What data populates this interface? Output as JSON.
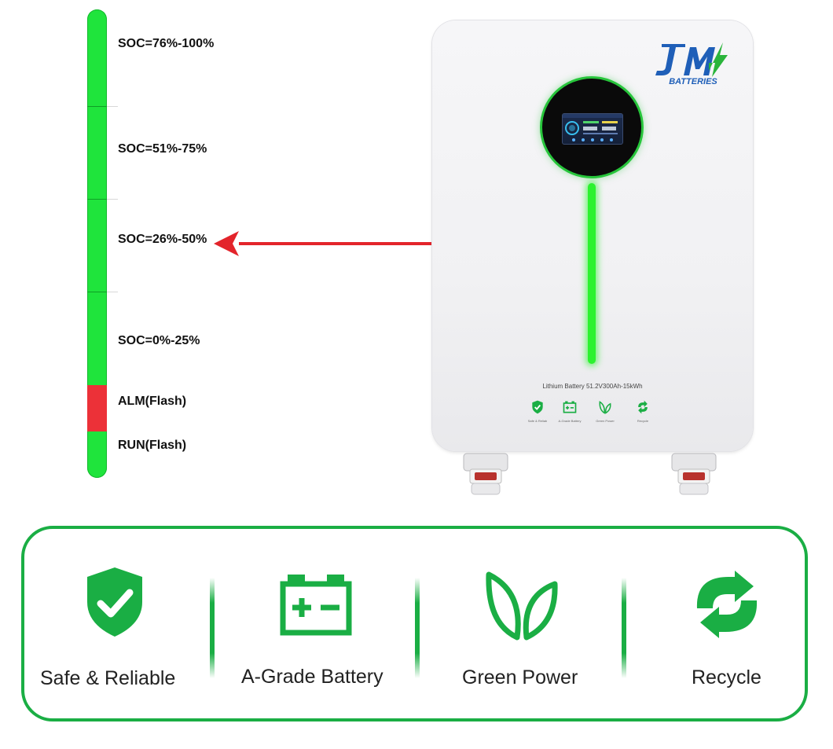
{
  "soc_indicator": {
    "levels": [
      {
        "label": "SOC=76%-100%"
      },
      {
        "label": "SOC=51%-75%"
      },
      {
        "label": "SOC=26%-50%"
      },
      {
        "label": "SOC=0%-25%"
      },
      {
        "label": "ALM(Flash)"
      },
      {
        "label": "RUN(Flash)"
      }
    ],
    "colors": {
      "normal": "#1fe43c",
      "alarm": "#ec3138"
    }
  },
  "arrow": {
    "color": "#e3242b",
    "points_to": "SOC=26%-50%"
  },
  "battery": {
    "brand_name": "JM",
    "brand_sub": "BATTERIES",
    "model": "Lithium Battery 51.2V300Ah-15kWh",
    "led_color": "#2cf22f",
    "mini_features": [
      {
        "icon": "shield-check-icon",
        "label": "Safe & Reliab"
      },
      {
        "icon": "battery-icon",
        "label": "A-Grade Battery"
      },
      {
        "icon": "leaf-icon",
        "label": "Green Power"
      },
      {
        "icon": "recycle-icon",
        "label": "Recycle"
      }
    ]
  },
  "features": [
    {
      "icon": "shield-check-icon",
      "label": "Safe & Reliable"
    },
    {
      "icon": "battery-icon",
      "label": "A-Grade Battery"
    },
    {
      "icon": "leaf-icon",
      "label": "Green Power"
    },
    {
      "icon": "recycle-icon",
      "label": "Recycle"
    }
  ],
  "accent_color": "#1aae44"
}
